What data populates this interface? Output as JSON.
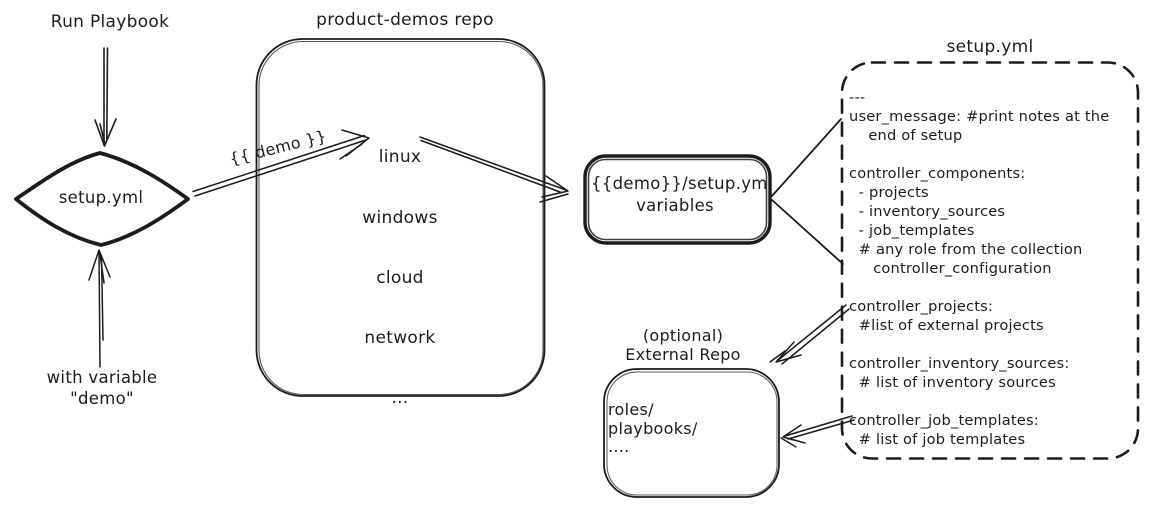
{
  "colors": {
    "ink": "#1c1c1c",
    "background": "#ffffff"
  },
  "labels": {
    "run_playbook": "Run Playbook",
    "with_variable": "with variable\n\"demo\"",
    "demo_param": "{{ demo }}"
  },
  "start_node": {
    "label": "setup.yml"
  },
  "repo": {
    "title": "product-demos repo",
    "items": [
      "linux",
      "windows",
      "cloud",
      "network",
      "..."
    ]
  },
  "variables_node": {
    "label": "{{demo}}/setup.yml\nvariables"
  },
  "setup_file": {
    "title": "setup.yml",
    "content": [
      "---",
      "user_message: #print notes at the",
      "    end of setup",
      "",
      "controller_components:",
      "  - projects",
      "  - inventory_sources",
      "  - job_templates",
      "  # any role from the collection",
      "     controller_configuration",
      "",
      "controller_projects:",
      "  #list of external projects",
      "",
      "controller_inventory_sources:",
      "  # list of inventory sources",
      "",
      "controller_job_templates:",
      "  # list of job templates"
    ]
  },
  "external_repo": {
    "title": "(optional)\nExternal Repo",
    "content": "roles/\nplaybooks/\n...."
  }
}
